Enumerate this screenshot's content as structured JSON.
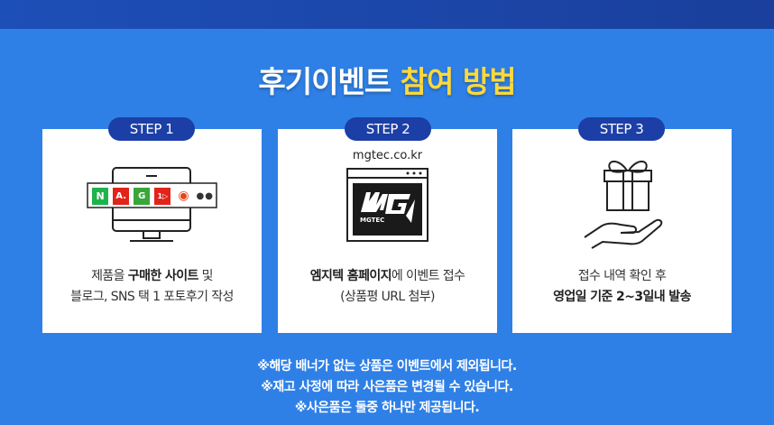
{
  "title": {
    "part1": "후기이벤트 ",
    "highlight": "참여 방법"
  },
  "steps": [
    {
      "label": "STEP 1",
      "text_line1_pre": "제품을 ",
      "text_line1_bold": "구매한 사이트",
      "text_line1_post": " 및",
      "text_line2": "블로그, SNS 택 1 포토후기 작성",
      "logos": [
        "N",
        "A.",
        "G",
        "1▷",
        "◉"
      ]
    },
    {
      "label": "STEP 2",
      "url": "mgtec.co.kr",
      "brand": "MGTEC",
      "text_line1_bold": "엠지텍 홈페이지",
      "text_line1_post": "에 이벤트 접수",
      "text_line2": "(상품평 URL 첨부)"
    },
    {
      "label": "STEP 3",
      "text_line1": "접수 내역 확인 후",
      "text_line2_bold": "영업일 기준 2~3일내 발송"
    }
  ],
  "notes": [
    "※해당 배너가 없는 상품은 이벤트에서 제외됩니다.",
    "※재고 사정에 따라 사은품은 변경될 수 있습니다.",
    "※사은품은 둘중 하나만 제공됩니다."
  ],
  "colors": {
    "background": "#2f80e6",
    "pill": "#1b3fa6",
    "highlight": "#ffd83a"
  }
}
